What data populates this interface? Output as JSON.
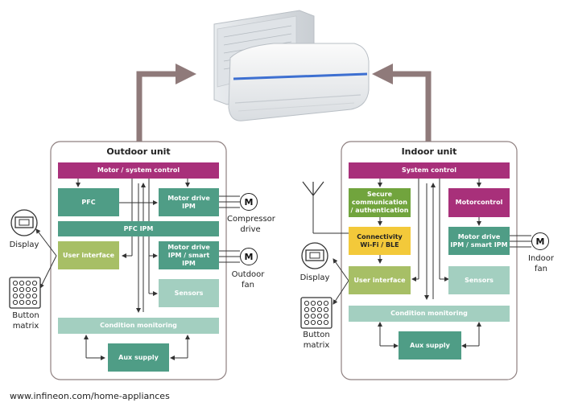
{
  "colors": {
    "magenta": "#a8307a",
    "teal": "#4f9d86",
    "light_teal": "#a3cfc0",
    "olive": "#a7bf66",
    "green": "#71a43d",
    "yellow": "#f3c93a",
    "arrow": "#8f7a7a",
    "line": "#333333"
  },
  "url": "www.infineon.com/home-appliances",
  "outdoor": {
    "title": "Outdoor unit",
    "system_control": "Motor / system control",
    "pfc": "PFC",
    "motor_drive_ipm": "Motor drive IPM",
    "pfc_ipm": "PFC IPM",
    "user_interface": "User interface",
    "motor_drive_smart": "Motor drive IPM / smart IPM",
    "sensors": "Sensors",
    "condition_monitoring": "Condition monitoring",
    "aux_supply": "Aux supply",
    "motor_symbol_1": "M",
    "motor_symbol_2": "M",
    "compressor_label": "Compressor drive",
    "outdoor_fan_label": "Outdoor fan",
    "display_label": "Display",
    "button_matrix_label": "Button matrix"
  },
  "indoor": {
    "title": "Indoor unit",
    "system_control": "System control",
    "secure_comm": "Secure communication / authentication",
    "motorcontrol": "Motorcontrol",
    "connectivity": "Connectivity Wi-Fi / BLE",
    "motor_drive_smart": "Motor drive IPM / smart IPM",
    "user_interface": "User interface",
    "sensors": "Sensors",
    "condition_monitoring": "Condition monitoring",
    "aux_supply": "Aux supply",
    "motor_symbol": "M",
    "indoor_fan_label": "Indoor fan",
    "display_label": "Display",
    "button_matrix_label": "Button matrix"
  }
}
